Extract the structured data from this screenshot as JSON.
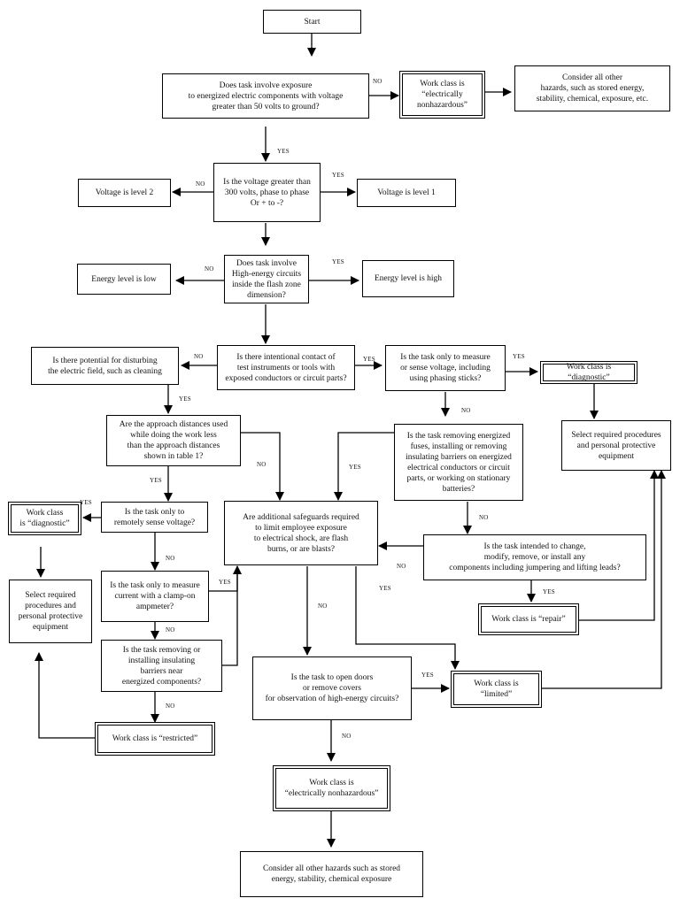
{
  "nodes": {
    "start": "Start",
    "q_exposure": "Does task involve exposure\nto energized electric components with voltage\ngreater than 50 volts to ground?",
    "work_nonhazard_top": "Work class is\n“electrically\nnonhazardous”",
    "consider_top": "Consider all other\nhazards, such as stored energy,\nstability, chemical, exposure, etc.",
    "q_voltage": "Is the voltage greater than\n300 volts, phase to phase\nOr + to -?",
    "voltage_l2": "Voltage is level  2",
    "voltage_l1": "Voltage is level 1",
    "q_energy": "Does task involve\nHigh-energy circuits\ninside the flash zone\ndimension?",
    "energy_low": "Energy level is low",
    "energy_high": "Energy level is high",
    "q_disturb": "Is there potential for disturbing\nthe electric field, such as cleaning",
    "q_contact": "Is there intentional contact of\ntest instruments or tools  with\nexposed conductors or circuit parts?",
    "q_measure": "Is the task only to measure\nor sense voltage, including\nusing phasing sticks?",
    "work_diag_right": "Work class is  “diagnostic”",
    "q_approach": "Are the approach distances used\nwhile doing the work less\nthan the approach distances\nshown in table 1?",
    "q_fuses": "Is the task removing energized\nfuses, installing or removing\ninsulating barriers on energized\nelectrical conductors or circuit\nparts, or working on stationary\nbatteries?",
    "select_right": "Select required procedures\nand personal protective\nequipment",
    "work_diag_left": "Work class\nis “diagnostic”",
    "q_remote": "Is the task only to\nremotely sense voltage?",
    "q_safeguards": "Are additional safeguards required\nto limit employee exposure\nto electrical shock, are flash\nburns, or are blasts?",
    "q_change": "Is the task intended to change,\nmodify, remove, or install any\ncomponents including jumpering and lifting leads?",
    "select_left": "Select required\nprocedures and\npersonal protective\nequipment",
    "q_clamp": "Is the task only to measure\ncurrent with a clamp-on\nampmeter?",
    "work_repair": "Work class is  “repair”",
    "q_barriers": "Is the task removing or\ninstalling insulating\nbarriers near\nenergized components?",
    "q_doors": "Is the task to open doors\nor remove covers\nfor observation of high-energy circuits?",
    "work_limited": "Work class is  “limited”",
    "work_restricted": "Work class is  “restricted”",
    "work_nonhazard_bottom": "Work class is\n“electrically nonhazardous”",
    "consider_bottom": "Consider all other hazards such as stored\nenergy, stability, chemical exposure"
  },
  "labels": {
    "no_1": "NO",
    "yes_1": "YES",
    "no_2": "NO",
    "yes_2": "YES",
    "no_3": "NO",
    "yes_3": "YES",
    "no_4": "NO",
    "yes_4": "YES",
    "yes_5": "YES",
    "no_5": "YES",
    "no_6": "NO",
    "no_7": "NO",
    "yes_7": "YES",
    "no_8": "NO",
    "yes_8": "YES",
    "yes_9": "YES",
    "yes_10": "YES",
    "no_11": "NO",
    "yes_11": "YES",
    "no_12": "NO",
    "yes_12": "YES",
    "no_13": "NO",
    "no_14": "NO",
    "no_15": "NO",
    "yes_15": "YES",
    "no_16": "NO"
  }
}
